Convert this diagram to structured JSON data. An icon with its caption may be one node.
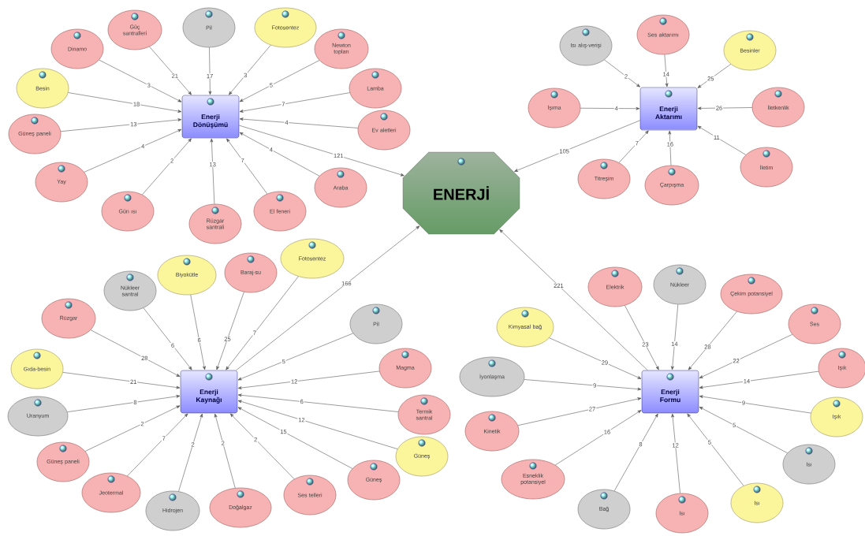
{
  "diagram": {
    "nodes": [
      {
        "text": [
          "ENERJİ"
        ]
      },
      {
        "text": [
          "Enerji Dönüşümü"
        ]
      },
      {
        "text": [
          "Enerji Aktarımı"
        ]
      },
      {
        "text": [
          "Enerji Kaynağı"
        ]
      },
      {
        "text": [
          "Enerji Formu"
        ]
      },
      {
        "text": [
          "Dinamo"
        ]
      },
      {
        "text": [
          "Güç santralleri"
        ]
      },
      {
        "text": [
          "Pil"
        ]
      },
      {
        "text": [
          "Fotosentez"
        ]
      },
      {
        "text": [
          "Newton topları"
        ]
      },
      {
        "text": [
          "Lamba"
        ]
      },
      {
        "text": [
          "Ev aletleri"
        ]
      },
      {
        "text": [
          "Araba"
        ]
      },
      {
        "text": [
          "El feneri"
        ]
      },
      {
        "text": [
          "Rüzgar santrali"
        ]
      },
      {
        "text": [
          "Gün ısı"
        ]
      },
      {
        "text": [
          "Yay"
        ]
      },
      {
        "text": [
          "Güneş paneli"
        ]
      },
      {
        "text": [
          "Besin"
        ]
      },
      {
        "text": [
          "Isı alış-verişi"
        ]
      },
      {
        "text": [
          "Ses aktarımı"
        ]
      },
      {
        "text": [
          "Besinler"
        ]
      },
      {
        "text": [
          "Işıma"
        ]
      },
      {
        "text": [
          "İletkenlik"
        ]
      },
      {
        "text": [
          "Titreşim"
        ]
      },
      {
        "text": [
          "Çarpışma"
        ]
      },
      {
        "text": [
          "İletim"
        ]
      },
      {
        "text": [
          "Nükleer santral"
        ]
      },
      {
        "text": [
          "Biyokütle"
        ]
      },
      {
        "text": [
          "Baraj-su"
        ]
      },
      {
        "text": [
          "Fotosentez"
        ]
      },
      {
        "text": [
          "Rüzgar"
        ]
      },
      {
        "text": [
          "Pil"
        ]
      },
      {
        "text": [
          "Gıda-besin"
        ]
      },
      {
        "text": [
          "Magma"
        ]
      },
      {
        "text": [
          "Uranyum"
        ]
      },
      {
        "text": [
          "Termik santral"
        ]
      },
      {
        "text": [
          "Güneş paneli"
        ]
      },
      {
        "text": [
          "Güneş"
        ]
      },
      {
        "text": [
          "Jeotermal"
        ]
      },
      {
        "text": [
          "Hidrojen"
        ]
      },
      {
        "text": [
          "Doğalgaz"
        ]
      },
      {
        "text": [
          "Ses telleri"
        ]
      },
      {
        "text": [
          "Güneş"
        ]
      },
      {
        "text": [
          "Elektrik"
        ]
      },
      {
        "text": [
          "Nükleer"
        ]
      },
      {
        "text": [
          "Çekim potansiyel"
        ]
      },
      {
        "text": [
          "Kimyasal bağ"
        ]
      },
      {
        "text": [
          "Ses"
        ]
      },
      {
        "text": [
          "İyonlaşma"
        ]
      },
      {
        "text": [
          "Işık"
        ]
      },
      {
        "text": [
          "Kinetik"
        ]
      },
      {
        "text": [
          "Işık"
        ]
      },
      {
        "text": [
          "Esneklik potansiyel"
        ]
      },
      {
        "text": [
          "Isı"
        ]
      },
      {
        "text": [
          "Bağ"
        ]
      },
      {
        "text": [
          "Isı"
        ]
      },
      {
        "text": [
          "Isı"
        ]
      }
    ],
    "edges": [
      {
        "from": 1,
        "to": 0,
        "arrow": "to",
        "label": "121"
      },
      {
        "from": 2,
        "to": 0,
        "arrow": "to",
        "label": "105"
      },
      {
        "from": 3,
        "to": 0,
        "arrow": "to",
        "label": "166"
      },
      {
        "from": 4,
        "to": 0,
        "arrow": "to",
        "label": "221"
      },
      {
        "from": 5,
        "to": 1,
        "arrow": "to",
        "label": "3"
      },
      {
        "from": 6,
        "to": 1,
        "arrow": "to",
        "label": "21"
      },
      {
        "from": 7,
        "to": 1,
        "arrow": "to",
        "label": "17"
      },
      {
        "from": 8,
        "to": 1,
        "arrow": "to",
        "label": "3"
      },
      {
        "from": 9,
        "to": 1,
        "arrow": "to",
        "label": "5"
      },
      {
        "from": 10,
        "to": 1,
        "arrow": "to",
        "label": "7"
      },
      {
        "from": 11,
        "to": 1,
        "arrow": "to",
        "label": "4"
      },
      {
        "from": 12,
        "to": 1,
        "arrow": "to",
        "label": "4"
      },
      {
        "from": 13,
        "to": 1,
        "arrow": "to",
        "label": "7"
      },
      {
        "from": 14,
        "to": 1,
        "arrow": "to",
        "label": "13"
      },
      {
        "from": 15,
        "to": 1,
        "arrow": "to",
        "label": "2"
      },
      {
        "from": 16,
        "to": 1,
        "arrow": "to",
        "label": "4"
      },
      {
        "from": 17,
        "to": 1,
        "arrow": "to",
        "label": "13"
      },
      {
        "from": 18,
        "to": 1,
        "arrow": "to",
        "label": "18"
      },
      {
        "from": 19,
        "to": 2,
        "arrow": "to",
        "label": "2"
      },
      {
        "from": 20,
        "to": 2,
        "arrow": "to",
        "label": "14"
      },
      {
        "from": 21,
        "to": 2,
        "arrow": "to",
        "label": "25"
      },
      {
        "from": 22,
        "to": 2,
        "arrow": "to",
        "label": "4"
      },
      {
        "from": 23,
        "to": 2,
        "arrow": "to",
        "label": "26"
      },
      {
        "from": 24,
        "to": 2,
        "arrow": "to",
        "label": "7"
      },
      {
        "from": 25,
        "to": 2,
        "arrow": "to",
        "label": "16"
      },
      {
        "from": 26,
        "to": 2,
        "arrow": "to",
        "label": "11"
      },
      {
        "from": 27,
        "to": 3,
        "arrow": "to",
        "label": "6"
      },
      {
        "from": 28,
        "to": 3,
        "arrow": "to",
        "label": "6"
      },
      {
        "from": 29,
        "to": 3,
        "arrow": "to",
        "label": "25"
      },
      {
        "from": 30,
        "to": 3,
        "arrow": "to",
        "label": "7"
      },
      {
        "from": 31,
        "to": 3,
        "arrow": "to",
        "label": "28"
      },
      {
        "from": 32,
        "to": 3,
        "arrow": "to",
        "label": "5"
      },
      {
        "from": 33,
        "to": 3,
        "arrow": "to",
        "label": "21"
      },
      {
        "from": 34,
        "to": 3,
        "arrow": "to",
        "label": "12"
      },
      {
        "from": 35,
        "to": 3,
        "arrow": "to",
        "label": "8"
      },
      {
        "from": 36,
        "to": 3,
        "arrow": "to",
        "label": "6"
      },
      {
        "from": 37,
        "to": 3,
        "arrow": "to",
        "label": "2"
      },
      {
        "from": 38,
        "to": 3,
        "arrow": "to",
        "label": "12"
      },
      {
        "from": 39,
        "to": 3,
        "arrow": "to",
        "label": "7"
      },
      {
        "from": 40,
        "to": 3,
        "arrow": "to",
        "label": "2"
      },
      {
        "from": 41,
        "to": 3,
        "arrow": "to",
        "label": "2"
      },
      {
        "from": 42,
        "to": 3,
        "arrow": "to",
        "label": "2"
      },
      {
        "from": 43,
        "to": 3,
        "arrow": "to",
        "label": "15"
      },
      {
        "from": 44,
        "to": 4,
        "arrow": "to",
        "label": "23"
      },
      {
        "from": 45,
        "to": 4,
        "arrow": "to",
        "label": "14"
      },
      {
        "from": 46,
        "to": 4,
        "arrow": "to",
        "label": "28"
      },
      {
        "from": 47,
        "to": 4,
        "arrow": "to",
        "label": "29"
      },
      {
        "from": 48,
        "to": 4,
        "arrow": "to",
        "label": "22"
      },
      {
        "from": 49,
        "to": 4,
        "arrow": "to",
        "label": "9"
      },
      {
        "from": 50,
        "to": 4,
        "arrow": "to",
        "label": "14"
      },
      {
        "from": 51,
        "to": 4,
        "arrow": "to",
        "label": "27"
      },
      {
        "from": 52,
        "to": 4,
        "arrow": "to",
        "label": "9"
      },
      {
        "from": 53,
        "to": 4,
        "arrow": "to",
        "label": "16"
      },
      {
        "from": 54,
        "to": 4,
        "arrow": "to",
        "label": "5"
      },
      {
        "from": 55,
        "to": 4,
        "arrow": "to",
        "label": "8"
      },
      {
        "from": 56,
        "to": 4,
        "arrow": "to",
        "label": "12"
      },
      {
        "from": 57,
        "to": 4,
        "arrow": "to",
        "label": "5"
      }
    ]
  }
}
